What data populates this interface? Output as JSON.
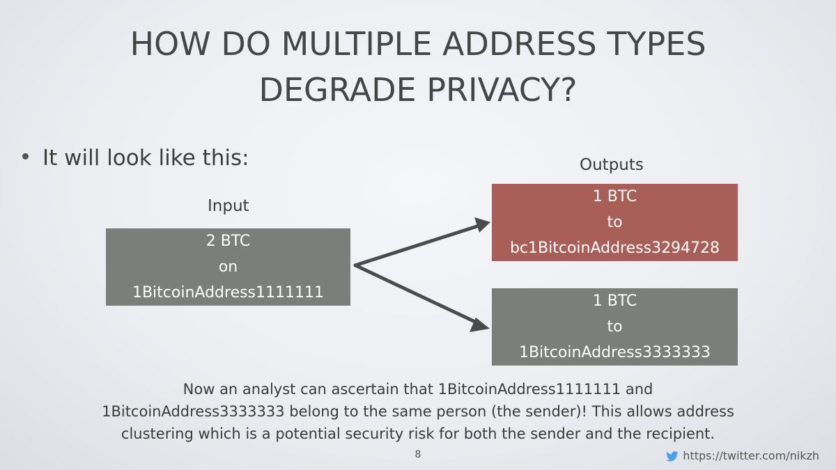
{
  "title": {
    "line1": "HOW DO MULTIPLE ADDRESS TYPES",
    "line2": "DEGRADE PRIVACY?"
  },
  "bullet": {
    "text": "It will look like this:"
  },
  "diagram": {
    "input_label": "Input",
    "outputs_label": "Outputs",
    "input_box": {
      "line1": "2 BTC",
      "line2": "on",
      "line3": "1BitcoinAddress1111111",
      "color": "#7b7e7b"
    },
    "output_box_1": {
      "line1": "1 BTC",
      "line2": "to",
      "line3": "bc1BitcoinAddress3294728",
      "color": "#a85f57"
    },
    "output_box_2": {
      "line1": "1 BTC",
      "line2": "to",
      "line3": "1BitcoinAddress3333333",
      "color": "#7b7e7b"
    },
    "arrow_color": "#4a4c4a"
  },
  "note": {
    "line1": "Now an analyst can ascertain that 1BitcoinAddress1111111 and",
    "line2": "1BitcoinAddress3333333 belong to the same person (the sender)! This allows address",
    "line3": "clustering which is a potential security risk for both the sender and the recipient."
  },
  "footer": {
    "page_number": "8",
    "twitter_url": "https://twitter.com/nikzh",
    "twitter_icon": "twitter-bird-icon",
    "twitter_color": "#4aa1eb"
  }
}
